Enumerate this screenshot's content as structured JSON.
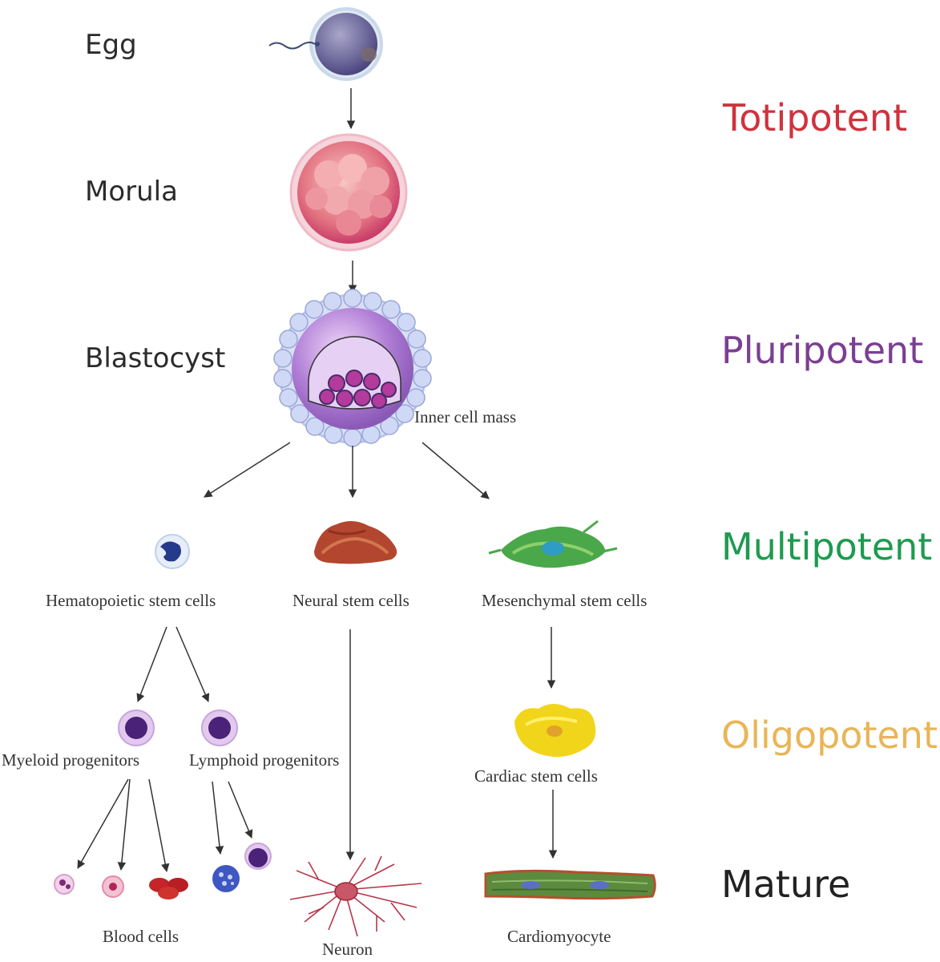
{
  "stages": {
    "egg": "Egg",
    "morula": "Morula",
    "blastocyst": "Blastocyst"
  },
  "potency": {
    "totipotent": {
      "label": "Totipotent",
      "color": "#d0323e"
    },
    "pluripotent": {
      "label": "Pluripotent",
      "color": "#7b3f92"
    },
    "multipotent": {
      "label": "Multipotent",
      "color": "#1e9a4f"
    },
    "oligopotent": {
      "label": "Oligopotent",
      "color": "#e9b557"
    },
    "mature": {
      "label": "Mature",
      "color": "#222222"
    }
  },
  "cells": {
    "inner_cell_mass": "Inner cell mass",
    "hematopoietic": "Hematopoietic stem cells",
    "neural": "Neural stem cells",
    "mesenchymal": "Mesenchymal stem cells",
    "myeloid": "Myeloid progenitors",
    "lymphoid": "Lymphoid progenitors",
    "cardiac": "Cardiac stem cells",
    "blood": "Blood cells",
    "neuron": "Neuron",
    "cardiomyocyte": "Cardiomyocyte"
  }
}
